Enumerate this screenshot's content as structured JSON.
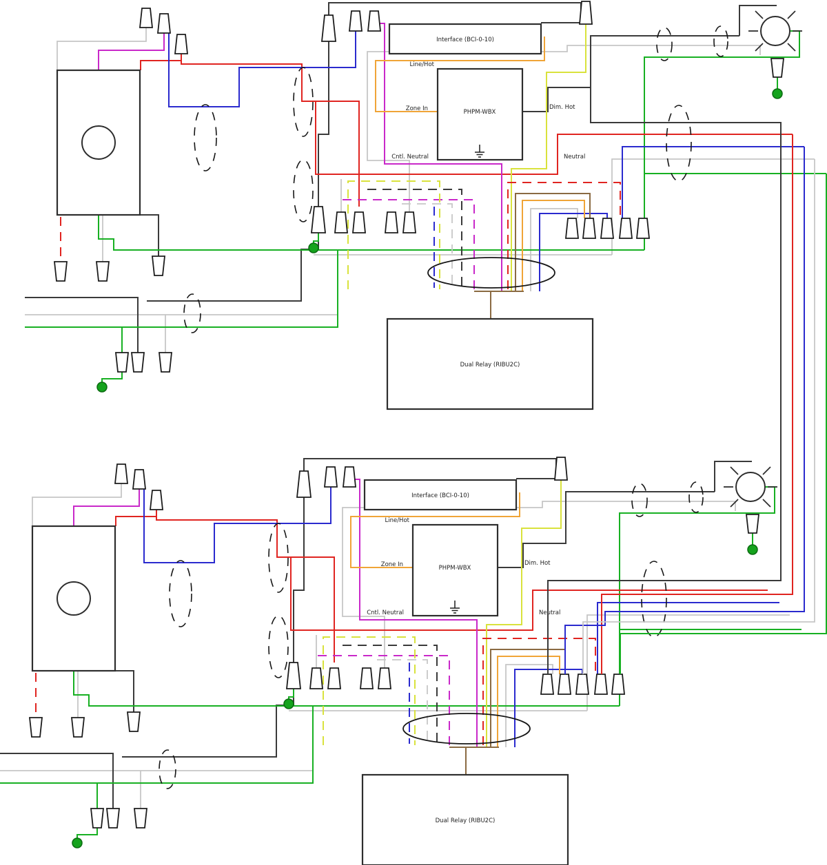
{
  "diagram_type": "lighting-control-wiring-diagram",
  "circuits": [
    {
      "name": "circuit-1",
      "interface_label": "Interface (BCI-0-10)",
      "controller_label": "PHPM-WBX",
      "relay_label": "Dual Relay (RIBU2C)",
      "terminals": {
        "line_hot": "Line/Hot",
        "zone_in": "Zone In",
        "cntl_neutral": "Cntl. Neutral",
        "dim_hot": "Dim. Hot",
        "neutral": "Neutral"
      }
    },
    {
      "name": "circuit-2",
      "interface_label": "Interface (BCI-0-10)",
      "controller_label": "PHPM-WBX",
      "relay_label": "Dual Relay (RIBU2C)",
      "terminals": {
        "line_hot": "Line/Hot",
        "zone_in": "Zone In",
        "cntl_neutral": "Cntl. Neutral",
        "dim_hot": "Dim. Hot",
        "neutral": "Neutral"
      }
    }
  ],
  "symbols": {
    "wire_nut": "wire-nut-cone",
    "ground": "green-ground-dot",
    "cable_marker": "dashed-ellipse",
    "wire_bundle": "solid-ellipse",
    "light_fixture": "circle-with-rays",
    "switch_box": "rectangle-with-circle-knockout"
  },
  "colors": {
    "hot_black": "#3a3a3a",
    "neutral_gray": "#c6c6c6",
    "ground_green": "#17b022",
    "red": "#e02420",
    "blue": "#2a2ace",
    "magenta": "#c928c9",
    "orange": "#f0a437",
    "yellow_green": "#d9e23c",
    "brown": "#8a6a42",
    "ground_dot_fill": "#15a31d"
  }
}
